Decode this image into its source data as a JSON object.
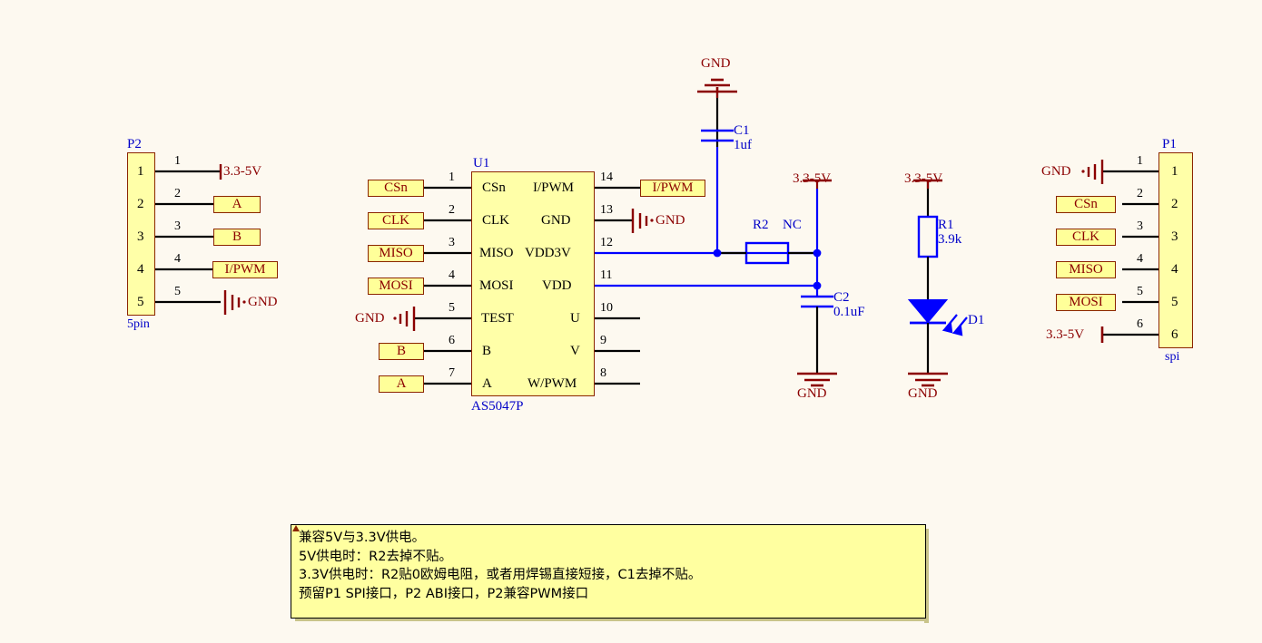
{
  "sheet": {
    "background": "#fdf9f0",
    "wire_color": "#000000",
    "body_fill": "#ffffa8",
    "body_stroke": "#8b2500",
    "net_color": "#8b0000",
    "ref_color": "#0000c8",
    "symbol_blue": "#0000ff"
  },
  "connector_p2": {
    "ref": "P2",
    "footprint": "5pin",
    "pin_numbers": [
      "1",
      "2",
      "3",
      "4",
      "5"
    ],
    "wire_numbers": [
      "1",
      "2",
      "3",
      "4",
      "5"
    ],
    "nets": [
      {
        "label": "3.3-5V",
        "kind": "power-port"
      },
      {
        "label": "A",
        "kind": "net-flag"
      },
      {
        "label": "B",
        "kind": "net-flag"
      },
      {
        "label": "I/PWM",
        "kind": "net-flag"
      },
      {
        "label": "GND",
        "kind": "gnd-port"
      }
    ]
  },
  "chip_u1": {
    "ref": "U1",
    "part": "AS5047P",
    "left_pins": [
      {
        "num": "1",
        "name": "CSn",
        "net": "CSn",
        "kind": "net-flag"
      },
      {
        "num": "2",
        "name": "CLK",
        "net": "CLK",
        "kind": "net-flag"
      },
      {
        "num": "3",
        "name": "MISO",
        "net": "MISO",
        "kind": "net-flag"
      },
      {
        "num": "4",
        "name": "MOSI",
        "net": "MOSI",
        "kind": "net-flag"
      },
      {
        "num": "5",
        "name": "TEST",
        "net": "GND",
        "kind": "gnd-port"
      },
      {
        "num": "6",
        "name": "B",
        "net": "B",
        "kind": "net-flag"
      },
      {
        "num": "7",
        "name": "A",
        "net": "A",
        "kind": "net-flag"
      }
    ],
    "right_pins": [
      {
        "num": "14",
        "name": "I/PWM",
        "net": "I/PWM",
        "kind": "net-flag"
      },
      {
        "num": "13",
        "name": "GND",
        "net": "GND",
        "kind": "gnd-port"
      },
      {
        "num": "12",
        "name": "VDD3V",
        "net": "",
        "kind": "wire"
      },
      {
        "num": "11",
        "name": "VDD",
        "net": "",
        "kind": "wire"
      },
      {
        "num": "10",
        "name": "U",
        "net": "",
        "kind": "wire"
      },
      {
        "num": "9",
        "name": "V",
        "net": "",
        "kind": "wire"
      },
      {
        "num": "8",
        "name": "W/PWM",
        "net": "",
        "kind": "wire"
      }
    ]
  },
  "cap_c1": {
    "ref": "C1",
    "value": "1uf",
    "top_net": "GND"
  },
  "cap_c2": {
    "ref": "C2",
    "value": "0.1uF",
    "bottom_net": "GND"
  },
  "res_r2": {
    "ref": "R2",
    "value": "NC"
  },
  "res_r1": {
    "ref": "R1",
    "value": "3.9k"
  },
  "led_d1": {
    "ref": "D1"
  },
  "power_rails": [
    {
      "label": "3.3-5V",
      "at": "r2-right"
    },
    {
      "label": "3.3-5V",
      "at": "r1-top"
    }
  ],
  "gnd_ports": [
    {
      "label": "GND",
      "at": "c1-top"
    },
    {
      "label": "GND",
      "at": "c2-bottom"
    },
    {
      "label": "GND",
      "at": "d1-bottom"
    }
  ],
  "connector_p1": {
    "ref": "P1",
    "footprint": "spi",
    "pin_numbers": [
      "1",
      "2",
      "3",
      "4",
      "5",
      "6"
    ],
    "wire_numbers": [
      "1",
      "2",
      "3",
      "4",
      "5",
      "6"
    ],
    "nets": [
      {
        "label": "GND",
        "kind": "gnd-port"
      },
      {
        "label": "CSn",
        "kind": "net-flag"
      },
      {
        "label": "CLK",
        "kind": "net-flag"
      },
      {
        "label": "MISO",
        "kind": "net-flag"
      },
      {
        "label": "MOSI",
        "kind": "net-flag"
      },
      {
        "label": "3.3-5V",
        "kind": "power-port"
      }
    ]
  },
  "note": {
    "lines": [
      "兼容5V与3.3V供电。",
      "5V供电时：R2去掉不贴。",
      "3.3V供电时：R2贴0欧姆电阻，或者用焊锡直接短接，C1去掉不贴。",
      "预留P1 SPI接口，P2 ABI接口，P2兼容PWM接口"
    ]
  }
}
